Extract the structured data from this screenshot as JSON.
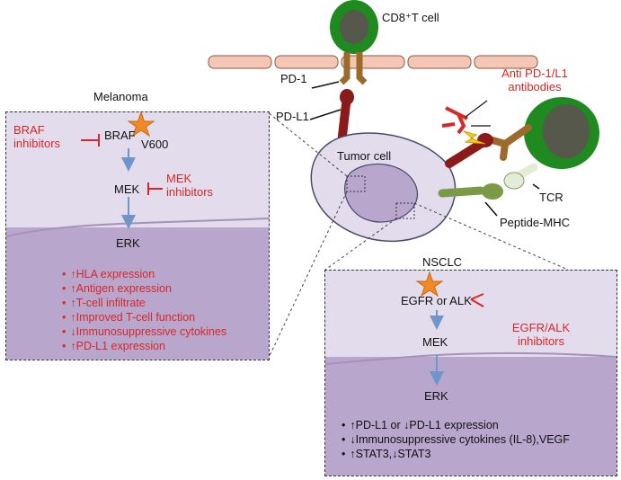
{
  "top": {
    "cd8_label": "CD8⁺T cell",
    "pd1_label": "PD-1",
    "pdl1_label": "PD-L1",
    "antibody_label_line1": "Anti PD-1/L1",
    "antibody_label_line2": "antibodies",
    "tumor_label": "Tumor cell",
    "tcr_label": "TCR",
    "pmhc_label": "Peptide-MHC"
  },
  "melanoma": {
    "title": "Melanoma",
    "braf_inhib_line1": "BRAF",
    "braf_inhib_line2": "inhibitors",
    "braf": "BRAF",
    "v600": "V600",
    "mek": "MEK",
    "mek_inhib_line1": "MEK",
    "mek_inhib_line2": "inhibitors",
    "erk": "ERK",
    "effects": [
      "↑HLA expression",
      "↑Antigen expression",
      "↑T-cell infiltrate",
      "↑Improved T-cell function",
      "↓Immunosuppressive cytokines",
      "↑PD-L1 expression"
    ]
  },
  "nsclc": {
    "title": "NSCLC",
    "egfr": "EGFR or ALK",
    "mek": "MEK",
    "inhib_line1": "EGFR/ALK",
    "inhib_line2": "inhibitors",
    "erk": "ERK",
    "effects": [
      "↑PD-L1 or ↓PD-L1 expression",
      "↓Immunosuppressive cytokines (IL-8),VEGF",
      "↑STAT3,↓STAT3"
    ]
  },
  "colors": {
    "inhibitor_red": "#d62828",
    "arrow_blue": "#6f95c9",
    "panel_light": "#e3dcec",
    "panel_dark": "#b8a6cc",
    "tcell_green": "#1f8a1f",
    "pd_dark_red": "#8b1a1a",
    "mhc_green": "#7a9a45",
    "mutation_star": "#f08a24"
  }
}
